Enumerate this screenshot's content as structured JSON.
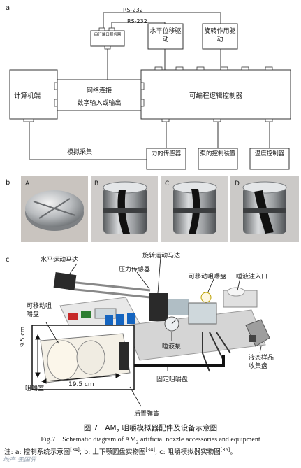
{
  "panel_a": {
    "letter": "a",
    "rs232_top": "RS-232",
    "rs232_mid": "RS-232",
    "serial_server": "串行端口服务器",
    "horizontal_drive": "水平位移驱动",
    "rotation_drive": "旋转作用驱动",
    "computer": "计算机端",
    "network": "网络连接",
    "digital_io": "数字输入或输出",
    "plc": "可编程逻辑控制器",
    "analog": "模拟采集",
    "force_sensor": "力的传感器",
    "pump": "泵的控制装置",
    "temp": "温度控制器"
  },
  "panel_b": {
    "letter": "b",
    "photos": [
      "A",
      "B",
      "C",
      "D"
    ]
  },
  "panel_c": {
    "letter": "c",
    "labels": {
      "h_motor": "水平运动马达",
      "r_motor": "旋转运动马达",
      "pressure": "压力传感器",
      "movable_top": "可移动咀嚼盘",
      "saliva_in": "唾液注入口",
      "movable_left": "可移动咀嚼盘",
      "saliva_pump": "唾液泵",
      "collector": "液态样品收集盘",
      "dim_h": "9.5 cm",
      "dim_w": "19.5 cm",
      "chamber": "咀嚼室",
      "fixed_plate": "固定咀嚼盘",
      "rear_spring": "后置弹簧"
    }
  },
  "caption": {
    "zh_prefix": "图 7",
    "zh_main": "AM",
    "zh_sub": "2",
    "zh_rest": " 咀嚼模拟器配件及设备示意图",
    "en_prefix": "Fig.7",
    "en_main": "Schematic diagram of AM",
    "en_sub": "2",
    "en_rest": " artificial nozzle accessories and equipment",
    "note_a": "注: a: 控制系统示意图",
    "ref_a": "[34]",
    "note_b": "; b: 上下颚圆盘实物图",
    "ref_b": "[34]",
    "note_c": "; c: 咀嚼模拟器实物图",
    "ref_c": "[36]",
    "note_end": "。"
  },
  "watermark": "地产 无国界"
}
